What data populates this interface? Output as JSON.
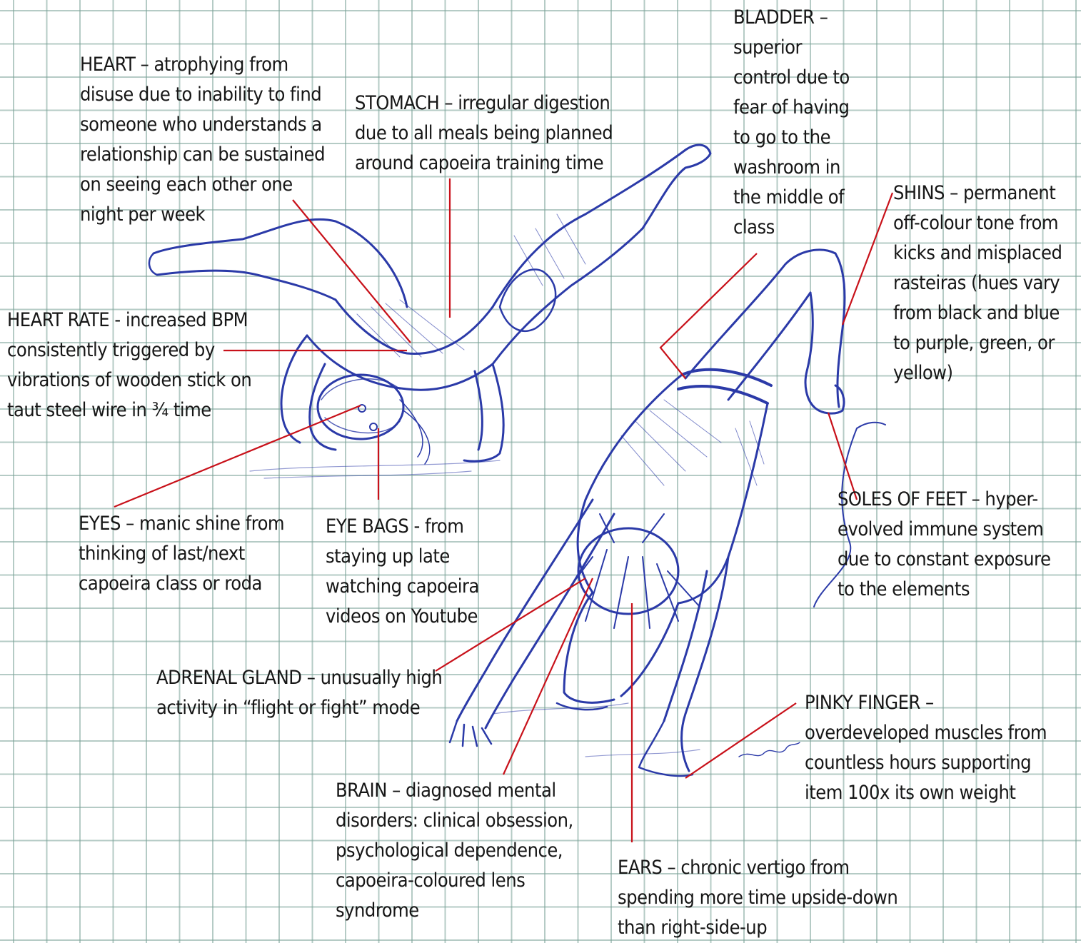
{
  "labels": {
    "heart": "HEART – atrophying from\ndisuse due to inability to find\nsomeone who understands a\nrelationship can be sustained\non seeing each other one\nnight per week",
    "stomach": "STOMACH – irregular digestion\ndue to all meals being planned\naround capoeira training time",
    "bladder": "BLADDER –\nsuperior\ncontrol due to\nfear of having\nto go to the\nwashroom in\nthe middle of\nclass",
    "shins": "SHINS – permanent\noff-colour tone from\nkicks and misplaced\nrasteiras (hues vary\nfrom black and blue\nto purple, green, or\nyellow)",
    "heart_rate": "HEART RATE - increased BPM\nconsistently triggered by\nvibrations of wooden stick on\ntaut steel wire in ¾ time",
    "eyes": "EYES – manic shine from\nthinking of last/next\ncapoeira class or roda",
    "eye_bags": "EYE BAGS - from\nstaying up late\nwatching capoeira\nvideos on Youtube",
    "soles": "SOLES OF FEET – hyper-\nevolved immune system\ndue to constant exposure\nto the elements",
    "adrenal": "ADRENAL GLAND – unusually high\nactivity in “flight or fight” mode",
    "pinky": "PINKY FINGER –\noverdeveloped muscles from\ncountless hours supporting\nitem 100x its own weight",
    "brain": "BRAIN – diagnosed mental\ndisorders: clinical obsession,\npsychological dependence,\ncapoeira-coloured lens\nsyndrome",
    "ears": "EARS – chronic vertigo from\nspending more time upside-down\nthan right-side-up"
  },
  "colors": {
    "grid": "#78a096",
    "ink": "#2b3aa8",
    "leader": "#c8111a",
    "text": "#161616"
  },
  "illustration": "two-capoeira-figures-ink-sketch",
  "signature": "signature"
}
